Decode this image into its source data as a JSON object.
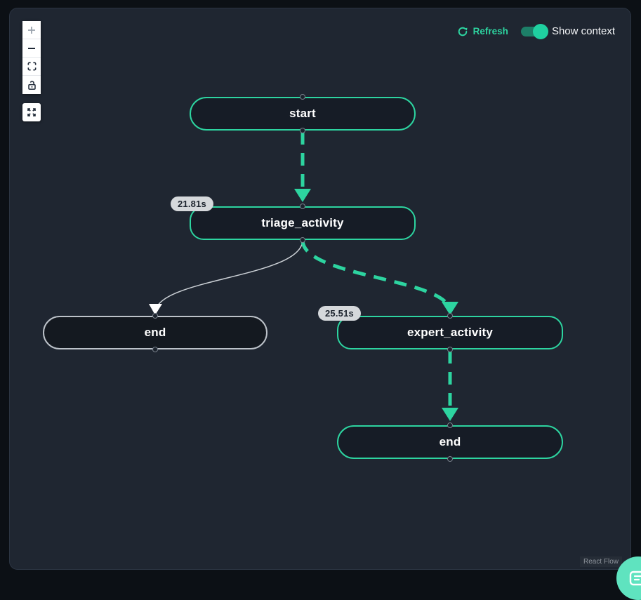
{
  "header": {
    "refresh_label": "Refresh",
    "show_context_label": "Show context",
    "show_context_enabled": true
  },
  "controls": {
    "items": [
      {
        "name": "zoom-in-icon"
      },
      {
        "name": "zoom-out-icon"
      },
      {
        "name": "fit-view-icon"
      },
      {
        "name": "unlock-icon"
      }
    ],
    "fullscreen": {
      "name": "fullscreen-expand-icon"
    }
  },
  "graph": {
    "nodes": [
      {
        "id": "start",
        "label": "start",
        "shape": "pill",
        "state": "active"
      },
      {
        "id": "triage_activity",
        "label": "triage_activity",
        "shape": "rounded",
        "state": "active",
        "duration": "21.81s"
      },
      {
        "id": "end_left",
        "label": "end",
        "shape": "pill",
        "state": "inactive"
      },
      {
        "id": "expert_activity",
        "label": "expert_activity",
        "shape": "rounded",
        "state": "active",
        "duration": "25.51s"
      },
      {
        "id": "end",
        "label": "end",
        "shape": "pill",
        "state": "active"
      }
    ],
    "edges": [
      {
        "from": "start",
        "to": "triage_activity",
        "style": "active-dashed"
      },
      {
        "from": "triage_activity",
        "to": "end_left",
        "style": "inactive-thin"
      },
      {
        "from": "triage_activity",
        "to": "expert_activity",
        "style": "active-dashed"
      },
      {
        "from": "expert_activity",
        "to": "end",
        "style": "active-dashed"
      }
    ]
  },
  "attribution_label": "React Flow",
  "colors": {
    "accent": "#2dd4a0",
    "inactive_border": "#bcc2c9",
    "node_background": "#161c26",
    "panel_background": "#1f2631",
    "badge_background": "#d5d8db",
    "fab_background": "#5fe3bf"
  }
}
